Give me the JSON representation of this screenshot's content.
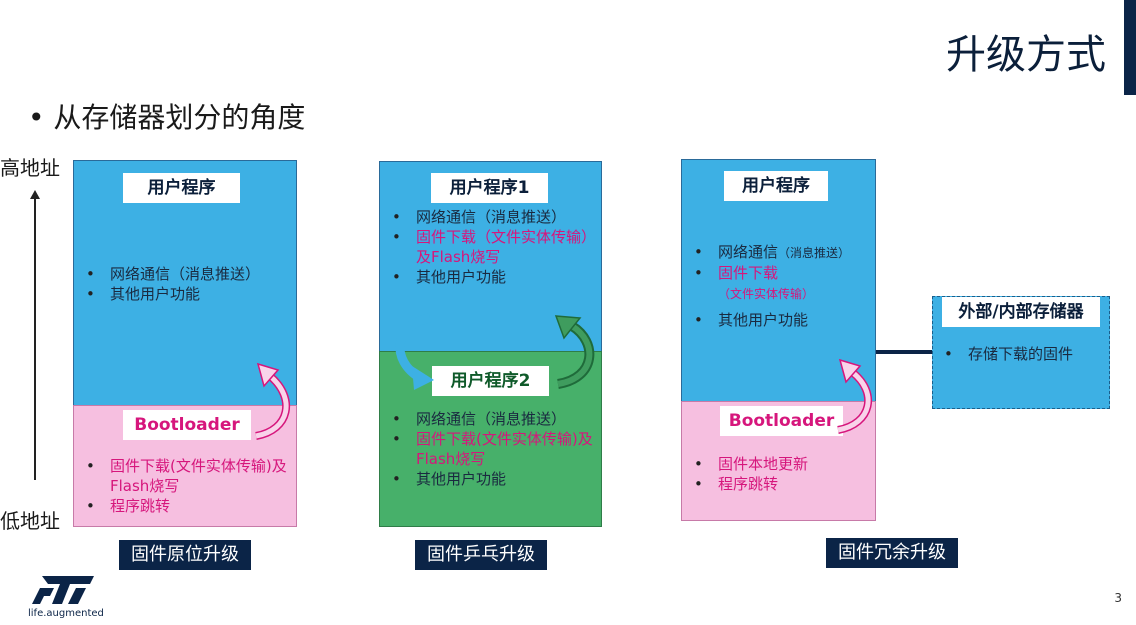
{
  "title": "升级方式",
  "subtitle": "• 从存储器划分的角度",
  "axis": {
    "high": "高地址",
    "low": "低地址"
  },
  "schemes": [
    {
      "caption": "固件原位升级",
      "app": {
        "label": "用户程序",
        "items": [
          "网络通信（消息推送）",
          "其他用户功能"
        ]
      },
      "boot": {
        "label": "Bootloader",
        "items": [
          "固件下载(文件实体传输)及Flash烧写",
          "程序跳转"
        ]
      }
    },
    {
      "caption": "固件乒乓升级",
      "app1": {
        "label": "用户程序1",
        "items": [
          "网络通信（消息推送）",
          "固件下载（文件实体传输）及Flash烧写",
          "其他用户功能"
        ]
      },
      "app2": {
        "label": "用户程序2",
        "items": [
          "网络通信（消息推送）",
          "固件下载(文件实体传输)及Flash烧写",
          "其他用户功能"
        ]
      }
    },
    {
      "caption": "固件冗余升级",
      "app": {
        "label": "用户程序",
        "items": [
          "网络通信",
          "（消息推送）",
          "固件下载",
          "（文件实体传输）",
          "其他用户功能"
        ]
      },
      "boot": {
        "label": "Bootloader",
        "items": [
          "固件本地更新",
          "程序跳转"
        ]
      },
      "storage": {
        "label": "外部/内部存储器",
        "items": [
          "存储下载的固件"
        ]
      }
    }
  ],
  "footer": {
    "tagline": "life.augmented",
    "page": "3"
  },
  "colors": {
    "navy": "#0b2447",
    "blue": "#3db0e4",
    "green": "#47b06a",
    "pink": "#f6bfe0",
    "magenta": "#d6167c"
  },
  "icons": [
    "st-logo-icon",
    "curved-arrow-icon"
  ]
}
